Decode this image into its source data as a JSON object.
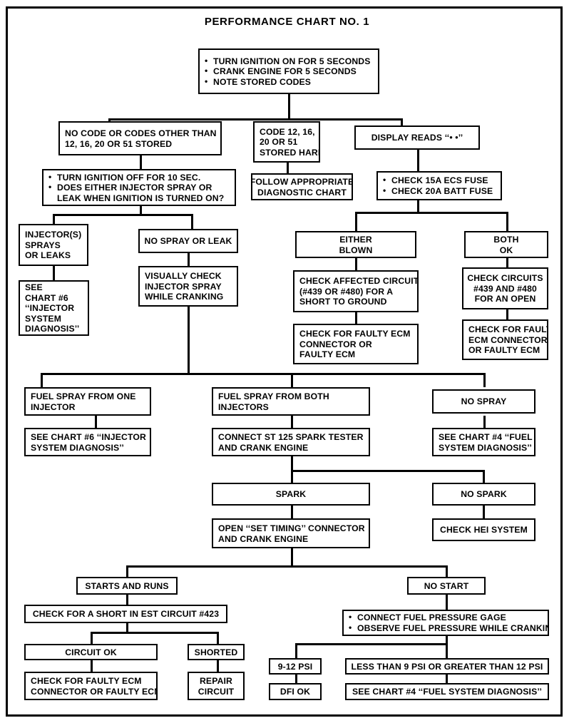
{
  "title": "PERFORMANCE CHART NO. 1",
  "nodes": {
    "start": {
      "lines": [
        "TURN IGNITION ON FOR 5 SECONDS",
        "CRANK ENGINE FOR 5 SECONDS",
        "NOTE STORED CODES"
      ]
    },
    "no_code": {
      "lines": [
        "NO CODE OR CODES OTHER THAN",
        "12, 16, 20 OR 51 STORED"
      ]
    },
    "code_hard": {
      "lines": [
        "CODE 12, 16,",
        "20 OR 51",
        "STORED HARD"
      ]
    },
    "display_reads": {
      "lines": [
        "DISPLAY READS ‘‘•  •’’"
      ]
    },
    "turn_off": {
      "lines": [
        "TURN IGNITION OFF FOR 10 SEC.",
        "DOES EITHER INJECTOR SPRAY OR",
        "LEAK WHEN IGNITION IS TURNED ON?"
      ]
    },
    "follow_chart": {
      "lines": [
        "FOLLOW APPROPRIATE",
        "DIAGNOSTIC CHART"
      ]
    },
    "check_fuses": {
      "lines": [
        "CHECK 15A ECS FUSE",
        "CHECK 20A BATT FUSE"
      ]
    },
    "injectors_spray": {
      "lines": [
        "INJECTOR(S)",
        "SPRAYS",
        "OR LEAKS"
      ]
    },
    "no_spray_or_leak": {
      "lines": [
        "NO SPRAY OR LEAK"
      ]
    },
    "either_blown": {
      "lines": [
        "EITHER",
        "BLOWN"
      ]
    },
    "both_ok": {
      "lines": [
        "BOTH",
        "OK"
      ]
    },
    "see_chart6_a": {
      "lines": [
        "SEE",
        "CHART #6",
        "‘‘INJECTOR",
        "SYSTEM",
        "DIAGNOSIS’’"
      ]
    },
    "visually_check": {
      "lines": [
        "VISUALLY CHECK",
        "INJECTOR SPRAY",
        "WHILE CRANKING"
      ]
    },
    "check_affected": {
      "lines": [
        "CHECK AFFECTED CIRCUIT",
        "(#439 OR #480) FOR A",
        "SHORT TO GROUND"
      ]
    },
    "check_circuits": {
      "lines": [
        "CHECK CIRCUITS",
        "#439 AND #480",
        "FOR AN OPEN"
      ]
    },
    "faulty_ecm_left": {
      "lines": [
        "CHECK FOR FAULTY ECM",
        "CONNECTOR OR",
        "FAULTY ECM"
      ]
    },
    "faulty_ecm_right": {
      "lines": [
        "CHECK FOR FAULTY",
        "ECM CONNECTOR",
        "OR FAULTY ECM"
      ]
    },
    "spray_one": {
      "lines": [
        "FUEL SPRAY FROM ONE",
        "INJECTOR"
      ]
    },
    "spray_both": {
      "lines": [
        "FUEL SPRAY FROM BOTH",
        "INJECTORS"
      ]
    },
    "no_spray": {
      "lines": [
        "NO SPRAY"
      ]
    },
    "see_chart6_b": {
      "lines": [
        "SEE CHART #6 ‘‘INJECTOR",
        "SYSTEM DIAGNOSIS’’"
      ]
    },
    "connect_st125": {
      "lines": [
        "CONNECT ST 125 SPARK TESTER",
        "AND CRANK ENGINE"
      ]
    },
    "see_chart4_a": {
      "lines": [
        "SEE CHART #4 ‘‘FUEL",
        "SYSTEM DIAGNOSIS’’"
      ]
    },
    "spark": {
      "lines": [
        "SPARK"
      ]
    },
    "no_spark": {
      "lines": [
        "NO SPARK"
      ]
    },
    "open_set_timing": {
      "lines": [
        "OPEN ‘‘SET TIMING’’ CONNECTOR",
        "AND CRANK ENGINE"
      ]
    },
    "check_hei": {
      "lines": [
        "CHECK HEI SYSTEM"
      ]
    },
    "starts_and_runs": {
      "lines": [
        "STARTS AND RUNS"
      ]
    },
    "no_start": {
      "lines": [
        "NO START"
      ]
    },
    "check_est": {
      "lines": [
        "CHECK FOR A SHORT IN EST CIRCUIT #423"
      ]
    },
    "connect_gage": {
      "lines": [
        "CONNECT FUEL PRESSURE GAGE",
        "OBSERVE FUEL PRESSURE WHILE CRANKING"
      ]
    },
    "circuit_ok": {
      "lines": [
        "CIRCUIT OK"
      ]
    },
    "shorted": {
      "lines": [
        "SHORTED"
      ]
    },
    "psi_ok": {
      "lines": [
        "9-12 PSI"
      ]
    },
    "psi_bad": {
      "lines": [
        "LESS THAN 9 PSI OR GREATER THAN 12 PSI"
      ]
    },
    "faulty_ecm_bottom": {
      "lines": [
        "CHECK FOR FAULTY ECM",
        "CONNECTOR OR FAULTY ECM"
      ]
    },
    "repair_circuit": {
      "lines": [
        "REPAIR",
        "CIRCUIT"
      ]
    },
    "dfi_ok": {
      "lines": [
        "DFI OK"
      ]
    },
    "see_chart4_b": {
      "lines": [
        "SEE CHART #4 ‘‘FUEL SYSTEM DIAGNOSIS’’"
      ]
    }
  },
  "chart_data": {
    "type": "flowchart",
    "title": "PERFORMANCE CHART NO. 1",
    "edges": [
      [
        "start",
        "no_code"
      ],
      [
        "start",
        "code_hard"
      ],
      [
        "start",
        "display_reads"
      ],
      [
        "no_code",
        "turn_off"
      ],
      [
        "code_hard",
        "follow_chart"
      ],
      [
        "display_reads",
        "check_fuses"
      ],
      [
        "turn_off",
        "injectors_spray"
      ],
      [
        "turn_off",
        "no_spray_or_leak"
      ],
      [
        "check_fuses",
        "either_blown"
      ],
      [
        "check_fuses",
        "both_ok"
      ],
      [
        "injectors_spray",
        "see_chart6_a"
      ],
      [
        "no_spray_or_leak",
        "visually_check"
      ],
      [
        "either_blown",
        "check_affected"
      ],
      [
        "both_ok",
        "check_circuits"
      ],
      [
        "check_affected",
        "faulty_ecm_left"
      ],
      [
        "check_circuits",
        "faulty_ecm_right"
      ],
      [
        "visually_check",
        "spray_one"
      ],
      [
        "visually_check",
        "spray_both"
      ],
      [
        "visually_check",
        "no_spray"
      ],
      [
        "spray_one",
        "see_chart6_b"
      ],
      [
        "spray_both",
        "connect_st125"
      ],
      [
        "no_spray",
        "see_chart4_a"
      ],
      [
        "connect_st125",
        "spark"
      ],
      [
        "connect_st125",
        "no_spark"
      ],
      [
        "spark",
        "open_set_timing"
      ],
      [
        "no_spark",
        "check_hei"
      ],
      [
        "open_set_timing",
        "starts_and_runs"
      ],
      [
        "open_set_timing",
        "no_start"
      ],
      [
        "starts_and_runs",
        "check_est"
      ],
      [
        "no_start",
        "connect_gage"
      ],
      [
        "check_est",
        "circuit_ok"
      ],
      [
        "check_est",
        "shorted"
      ],
      [
        "connect_gage",
        "psi_ok"
      ],
      [
        "connect_gage",
        "psi_bad"
      ],
      [
        "circuit_ok",
        "faulty_ecm_bottom"
      ],
      [
        "shorted",
        "repair_circuit"
      ],
      [
        "psi_ok",
        "dfi_ok"
      ],
      [
        "psi_bad",
        "see_chart4_b"
      ]
    ]
  }
}
